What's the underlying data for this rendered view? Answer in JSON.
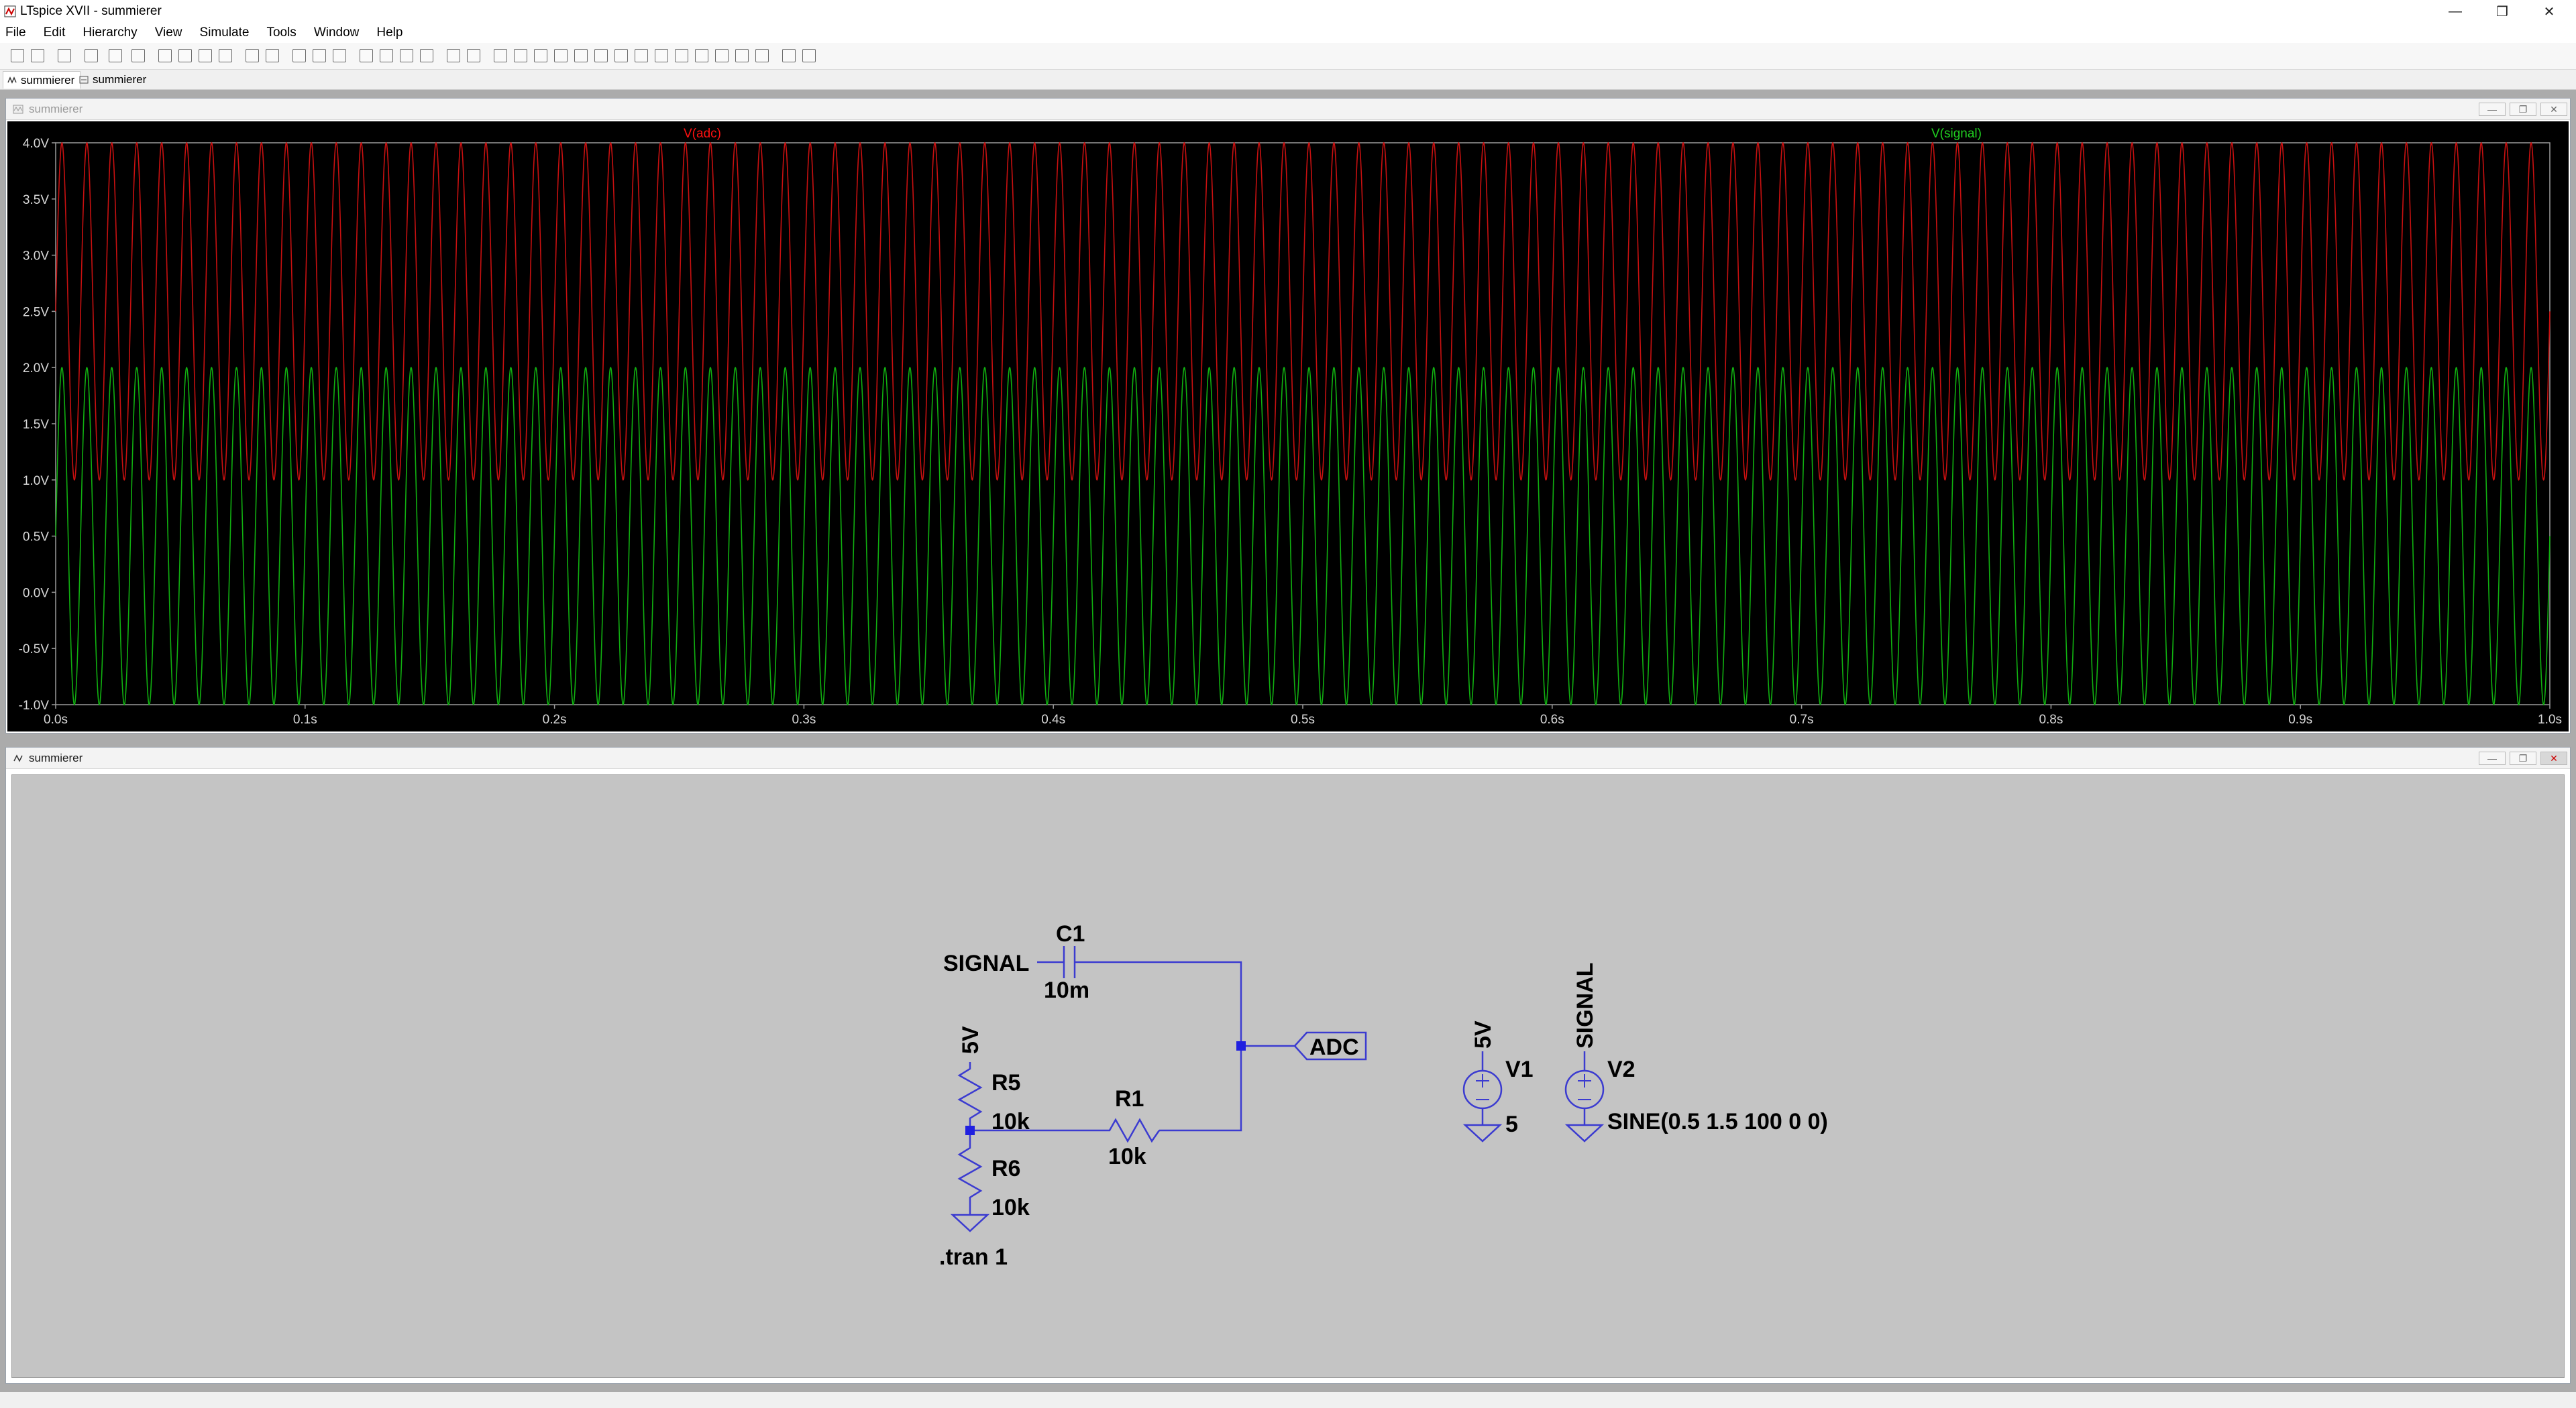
{
  "window": {
    "title": "LTspice XVII - summierer"
  },
  "menu": [
    "File",
    "Edit",
    "Hierarchy",
    "View",
    "Simulate",
    "Tools",
    "Window",
    "Help"
  ],
  "tabs": [
    {
      "label": "summierer",
      "active": true
    },
    {
      "label": "summierer",
      "active": false
    }
  ],
  "plot_window": {
    "title": "summierer",
    "trace_labels": [
      {
        "name": "V(adc)",
        "color": "#ff1010"
      },
      {
        "name": "V(signal)",
        "color": "#20d020"
      }
    ]
  },
  "chart_data": {
    "type": "line",
    "background": "#000000",
    "grid": true,
    "xlim": [
      0.0,
      1.0
    ],
    "ylim": [
      -1.0,
      4.0
    ],
    "x_ticks": [
      "0.0s",
      "0.1s",
      "0.2s",
      "0.3s",
      "0.4s",
      "0.5s",
      "0.6s",
      "0.7s",
      "0.8s",
      "0.9s",
      "1.0s"
    ],
    "y_ticks": [
      "4.0V",
      "3.5V",
      "3.0V",
      "2.5V",
      "2.0V",
      "1.5V",
      "1.0V",
      "0.5V",
      "0.0V",
      "-0.5V",
      "-1.0V"
    ],
    "series": [
      {
        "name": "V(adc)",
        "color": "#c81010",
        "type": "sine",
        "offset": 2.5,
        "amplitude": 1.5,
        "frequency_hz": 100
      },
      {
        "name": "V(signal)",
        "color": "#10b010",
        "type": "sine",
        "offset": 0.5,
        "amplitude": 1.5,
        "frequency_hz": 100
      }
    ]
  },
  "schematic_window": {
    "title": "summierer",
    "labels": {
      "signal_net": "SIGNAL",
      "c1_name": "C1",
      "c1_value": "10m",
      "five_v_net": "5V",
      "r5_name": "R5",
      "r5_value": "10k",
      "r6_name": "R6",
      "r6_value": "10k",
      "r1_name": "R1",
      "r1_value": "10k",
      "adc_port": "ADC",
      "tran": ".tran 1",
      "v1_net": "5V",
      "v1_name": "V1",
      "v1_value": "5",
      "v2_net": "SIGNAL",
      "v2_name": "V2",
      "v2_value": "SINE(0.5 1.5 100 0 0)"
    }
  }
}
